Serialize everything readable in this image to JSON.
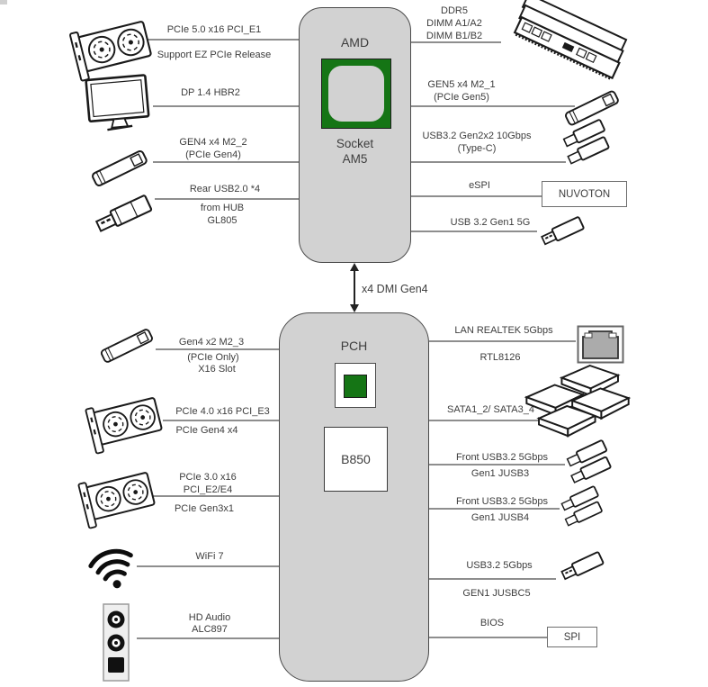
{
  "colors": {
    "block_fill": "#d2d2d2",
    "block_border": "#4a4a4a",
    "chip_green": "#157515",
    "connector_line": "#8e8e8e",
    "text": "#3d3d3d",
    "lan_port_gray": "#ababab"
  },
  "cpu_block": {
    "vendor": "AMD",
    "socket_label_1": "Socket",
    "socket_label_2": "AM5"
  },
  "pch_block": {
    "title": "PCH",
    "chipset": "B850"
  },
  "interconnect": {
    "label": "x4 DMI Gen4"
  },
  "cpu_connections": {
    "pcie_slot": {
      "line1": "PCIe 5.0 x16 PCI_E1",
      "line2": "Support EZ PCIe Release",
      "icon": "gpu-card-icon"
    },
    "display": {
      "line1": "DP 1.4 HBR2",
      "icon": "monitor-icon"
    },
    "m2_2": {
      "line1": "GEN4 x4 M2_2",
      "line2": "(PCIe Gen4)",
      "icon": "m2-ssd-icon"
    },
    "rear_usb2": {
      "line1": "Rear USB2.0 *4",
      "line2": "from HUB",
      "line3": "GL805",
      "icon": "usb-drive-icon"
    },
    "memory": {
      "line1": "DDR5",
      "line2": "DIMM A1/A2",
      "line3": "DIMM B1/B2",
      "icon": "ram-dimm-icon"
    },
    "m2_1": {
      "line1": "GEN5 x4 M2_1",
      "line2": "(PCIe Gen5)",
      "icon": "m2-ssd-icon"
    },
    "usb_typec": {
      "line1": "USB3.2 Gen2x2 10Gbps",
      "line2": "(Type-C)",
      "icon": "usb-connector-pair-icon"
    },
    "espi": {
      "line1": "eSPI",
      "target": "NUVOTON"
    },
    "usb_gen1": {
      "line1": "USB 3.2 Gen1 5G",
      "icon": "usb-connector-icon"
    }
  },
  "pch_connections": {
    "m2_3": {
      "line1": "Gen4 x2 M2_3",
      "line2": "(PCIe Only)",
      "line3": "X16  Slot",
      "icon": "m2-ssd-icon"
    },
    "pci_e3": {
      "line1": "PCIe 4.0 x16 PCI_E3",
      "line2": "PCIe Gen4 x4",
      "icon": "gpu-card-icon"
    },
    "pci_e2_e4": {
      "line1": "PCIe 3.0 x16",
      "line2": "PCI_E2/E4",
      "line3": "PCIe Gen3x1",
      "icon": "gpu-card-icon"
    },
    "wifi": {
      "line1": "WiFi 7",
      "icon": "wifi-icon"
    },
    "audio": {
      "line1": "HD Audio",
      "line2": "ALC897",
      "icon": "audio-jacks-icon"
    },
    "lan": {
      "line1": "LAN REALTEK 5Gbps",
      "line2": "RTL8126",
      "icon": "rj45-port-icon"
    },
    "sata": {
      "line1": "SATA1_2/ SATA3_4",
      "icon": "sata-drives-icon"
    },
    "jusb3": {
      "line1": "Front  USB3.2 5Gbps",
      "line2": "Gen1  JUSB3",
      "icon": "usb-connector-pair-icon"
    },
    "jusb4": {
      "line1": "Front  USB3.2 5Gbps",
      "line2": "Gen1 JUSB4",
      "icon": "usb-connector-pair-icon"
    },
    "jusbc5": {
      "line1": "USB3.2 5Gbps",
      "line2": "GEN1 JUSBC5",
      "icon": "usb-connector-icon"
    },
    "bios": {
      "line1": "BIOS",
      "target": "SPI"
    }
  }
}
